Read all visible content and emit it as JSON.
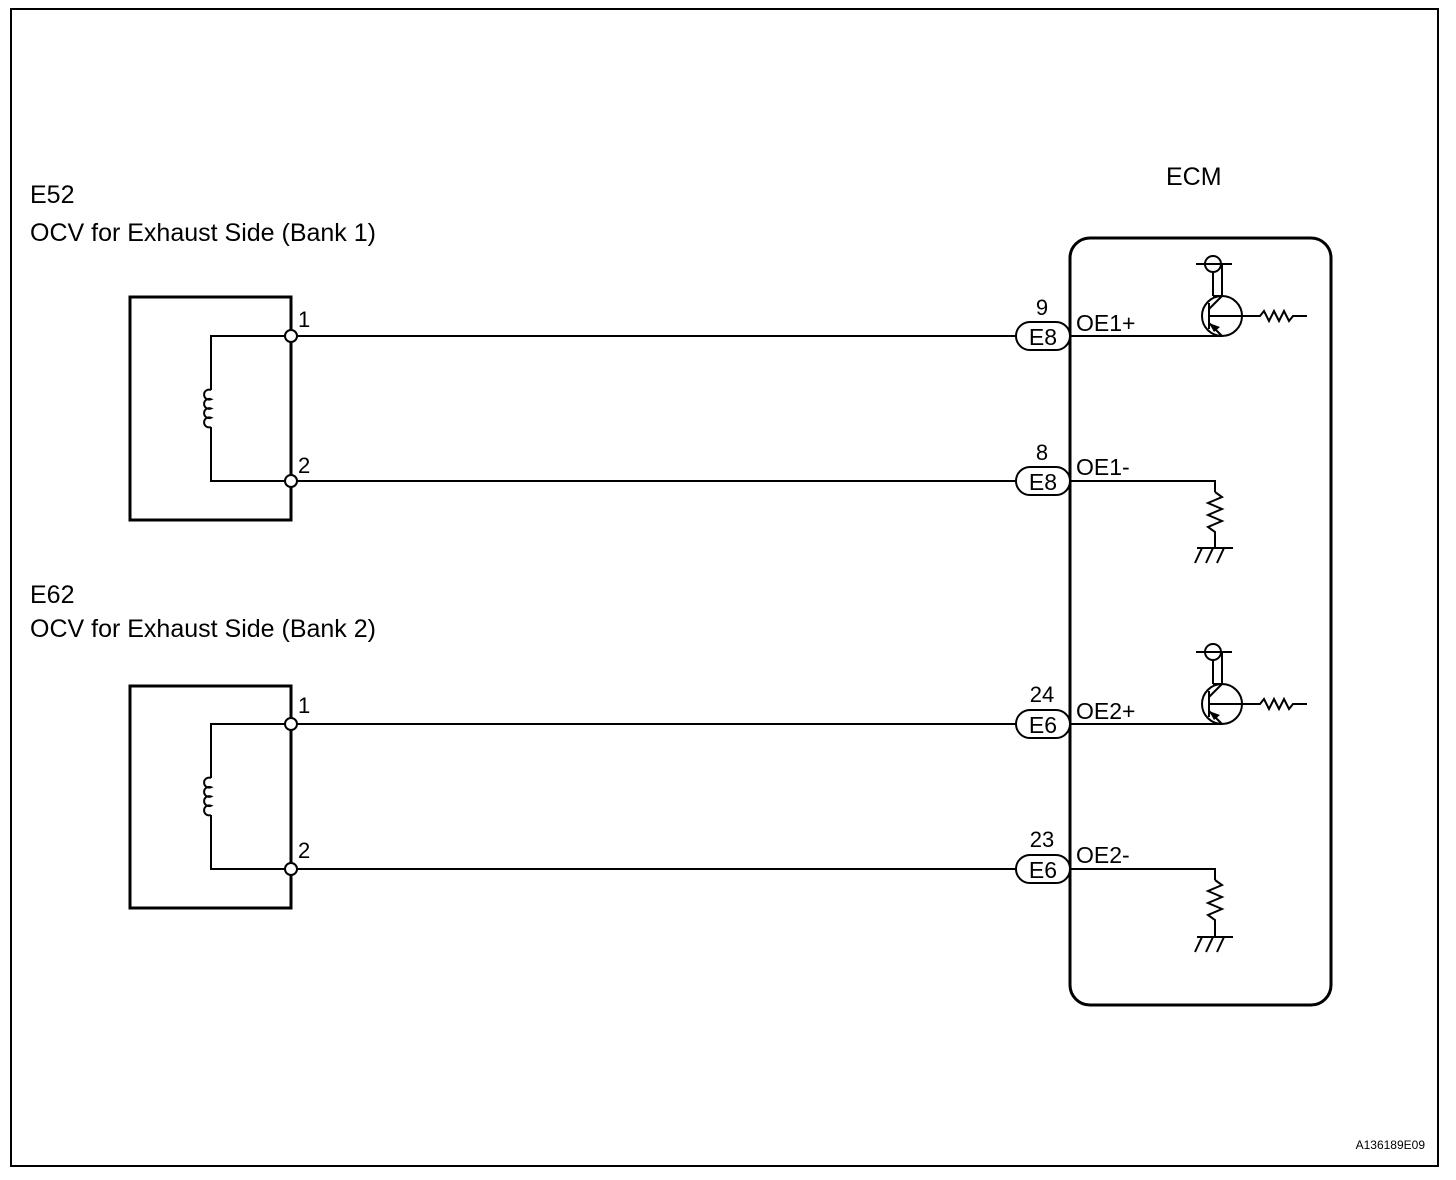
{
  "ecm": {
    "title": "ECM",
    "terminals": [
      {
        "pin": "9",
        "connector": "E8",
        "signal": "OE1+"
      },
      {
        "pin": "8",
        "connector": "E8",
        "signal": "OE1-"
      },
      {
        "pin": "24",
        "connector": "E6",
        "signal": "OE2+"
      },
      {
        "pin": "23",
        "connector": "E6",
        "signal": "OE2-"
      }
    ]
  },
  "components": [
    {
      "code": "E52",
      "name": "OCV for Exhaust Side (Bank 1)",
      "pin_top": "1",
      "pin_bottom": "2"
    },
    {
      "code": "E62",
      "name": "OCV for Exhaust Side (Bank 2)",
      "pin_top": "1",
      "pin_bottom": "2"
    }
  ],
  "figure_id": "A136189E09"
}
